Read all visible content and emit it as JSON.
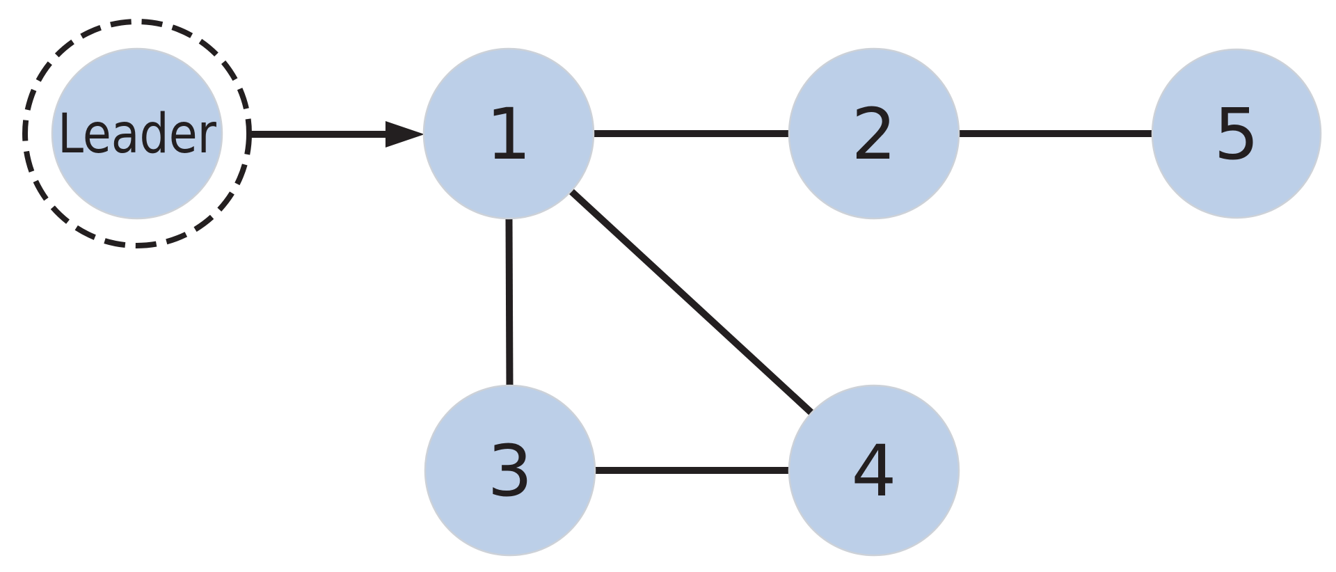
{
  "diagram": {
    "description": "Network graph with a dashed-circled Leader node pointing to node 1; undirected edges connect numbered nodes",
    "background": "#ffffff",
    "colors": {
      "node_fill": "#bccfe8",
      "edge_stroke": "#231f20",
      "text_color": "#231f20"
    },
    "nodes": {
      "leader": {
        "label": "Leader",
        "style": "dashed-ring"
      },
      "n1": {
        "label": "1"
      },
      "n2": {
        "label": "2"
      },
      "n3": {
        "label": "3"
      },
      "n4": {
        "label": "4"
      },
      "n5": {
        "label": "5"
      }
    },
    "edges": [
      {
        "from": "Leader",
        "to": "1",
        "directed": true,
        "style": "arrow"
      },
      {
        "from": "1",
        "to": "2",
        "directed": false
      },
      {
        "from": "2",
        "to": "5",
        "directed": false
      },
      {
        "from": "1",
        "to": "3",
        "directed": false
      },
      {
        "from": "1",
        "to": "4",
        "directed": false
      },
      {
        "from": "3",
        "to": "4",
        "directed": false
      }
    ]
  }
}
